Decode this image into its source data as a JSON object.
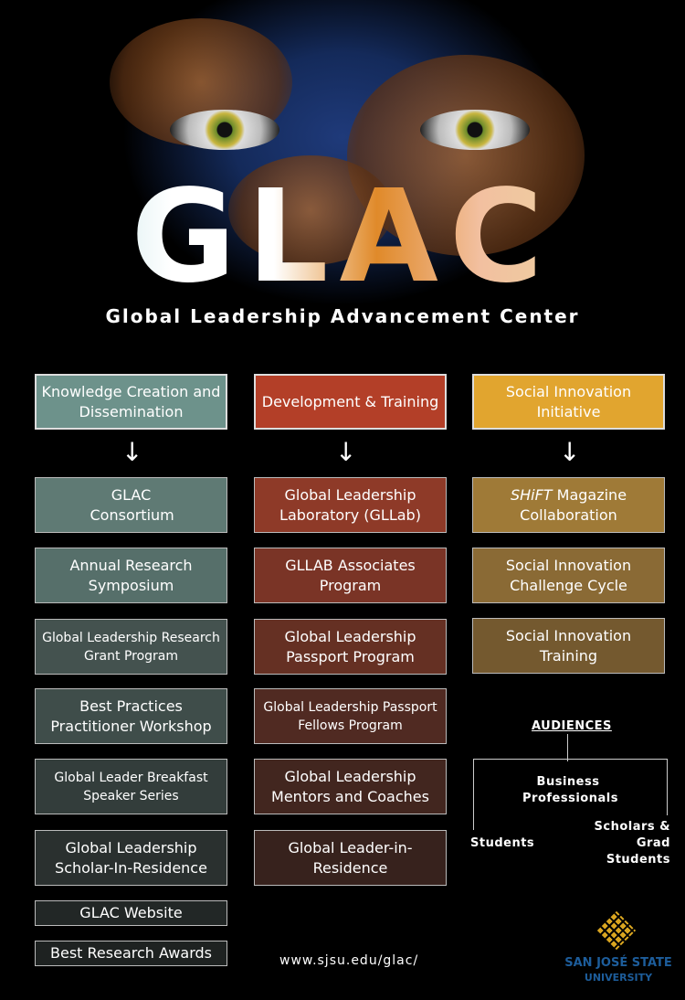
{
  "header": {
    "logo_text": "GLAC",
    "subtitle": "Global Leadership Advancement Center"
  },
  "columns": [
    {
      "title": "Knowledge Creation and Dissemination",
      "color": "#6d928b",
      "items": [
        {
          "label": "GLAC Consortium",
          "color": "#5f7a74"
        },
        {
          "label": "Annual Research Symposium",
          "color": "#566f6a"
        },
        {
          "label": "Global Leadership Research Grant Program",
          "color": "#44524f"
        },
        {
          "label": "Best Practices Practitioner Workshop",
          "color": "#3f4d4a"
        },
        {
          "label": "Global Leader Breakfast Speaker Series",
          "color": "#333d3b"
        },
        {
          "label": "Global Leadership Scholar-In-Residence",
          "color": "#2a302f"
        },
        {
          "label": "GLAC Website",
          "color": "#222726"
        },
        {
          "label": "Best Research Awards",
          "color": "#1e2221"
        }
      ]
    },
    {
      "title": "Development & Training",
      "color": "#b33f28",
      "items": [
        {
          "label": "Global Leadership Laboratory (GLLab)",
          "color": "#8e3a28"
        },
        {
          "label": "GLLAB Associates Program",
          "color": "#7a3426"
        },
        {
          "label": "Global Leadership Passport Program",
          "color": "#653023"
        },
        {
          "label": "Global Leadership Passport Fellows Program",
          "color": "#502a22"
        },
        {
          "label": "Global Leadership Mentors and Coaches",
          "color": "#42261f"
        },
        {
          "label": "Global Leader-in-Residence",
          "color": "#37221d"
        }
      ]
    },
    {
      "title": "Social Innovation Initiative",
      "color": "#e1a52f",
      "items": [
        {
          "label_em": "SHiFT",
          "label": "Magazine Collaboration",
          "color": "#9f7a37"
        },
        {
          "label": "Social Innovation Challenge Cycle",
          "color": "#8a6a35"
        },
        {
          "label": "Social Innovation Training",
          "color": "#74592f"
        }
      ]
    }
  ],
  "audiences": {
    "title": "AUDIENCES",
    "items": [
      "Business Professionals",
      "Students",
      "Scholars & Grad Students"
    ]
  },
  "footer": {
    "url": "www.sjsu.edu/glac/",
    "university_line1": "SAN JOSÉ STATE",
    "university_line2": "UNIVERSITY"
  }
}
